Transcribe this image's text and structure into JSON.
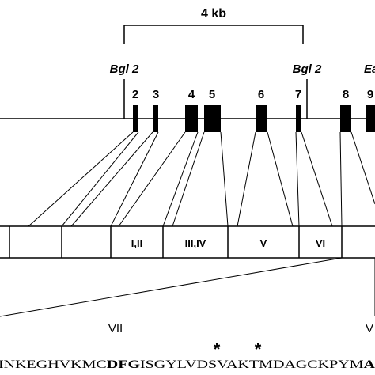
{
  "scale_label": "4 kb",
  "restriction_sites": {
    "left": "Bgl 2",
    "right": "Bgl 2",
    "far_right": "Ea"
  },
  "exon_numbers": [
    "2",
    "3",
    "4",
    "5",
    "6",
    "7",
    "8",
    "9"
  ],
  "domain_labels": [
    "I,II",
    "III,IV",
    "V",
    "VI"
  ],
  "sequence": {
    "region_left": "VII",
    "region_right": "V",
    "segments": [
      {
        "text": "INKEGHVKMC",
        "bold": false
      },
      {
        "text": "DFG",
        "bold": true
      },
      {
        "text": "ISGYLVDSVAKTMDAGCKPYM",
        "bold": false
      },
      {
        "text": "A",
        "bold": true
      }
    ],
    "asterisk": "*"
  },
  "colors": {
    "ink": "#000000",
    "background": "#ffffff"
  }
}
